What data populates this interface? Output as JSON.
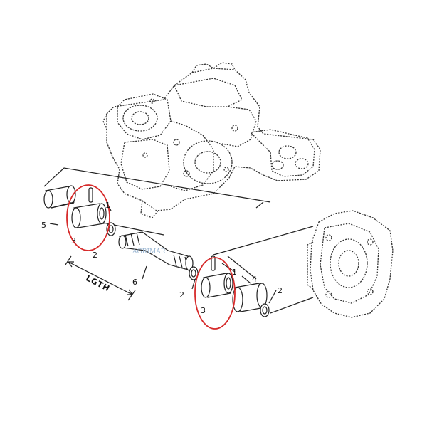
{
  "labels": {
    "p1_top": "1",
    "p2_top": "2",
    "p3_top": "3",
    "p5": "5",
    "p6": "6",
    "p2_mid": "2",
    "p1_bottom": "1",
    "p3_bottom": "3",
    "p4": "4",
    "p2_bottom": "2"
  },
  "dimension_label": "LGTH",
  "watermark": "AGRIMAR",
  "colors": {
    "highlight": "#d62a2a",
    "line": "#222222",
    "watermark": "#9ab6d2"
  }
}
